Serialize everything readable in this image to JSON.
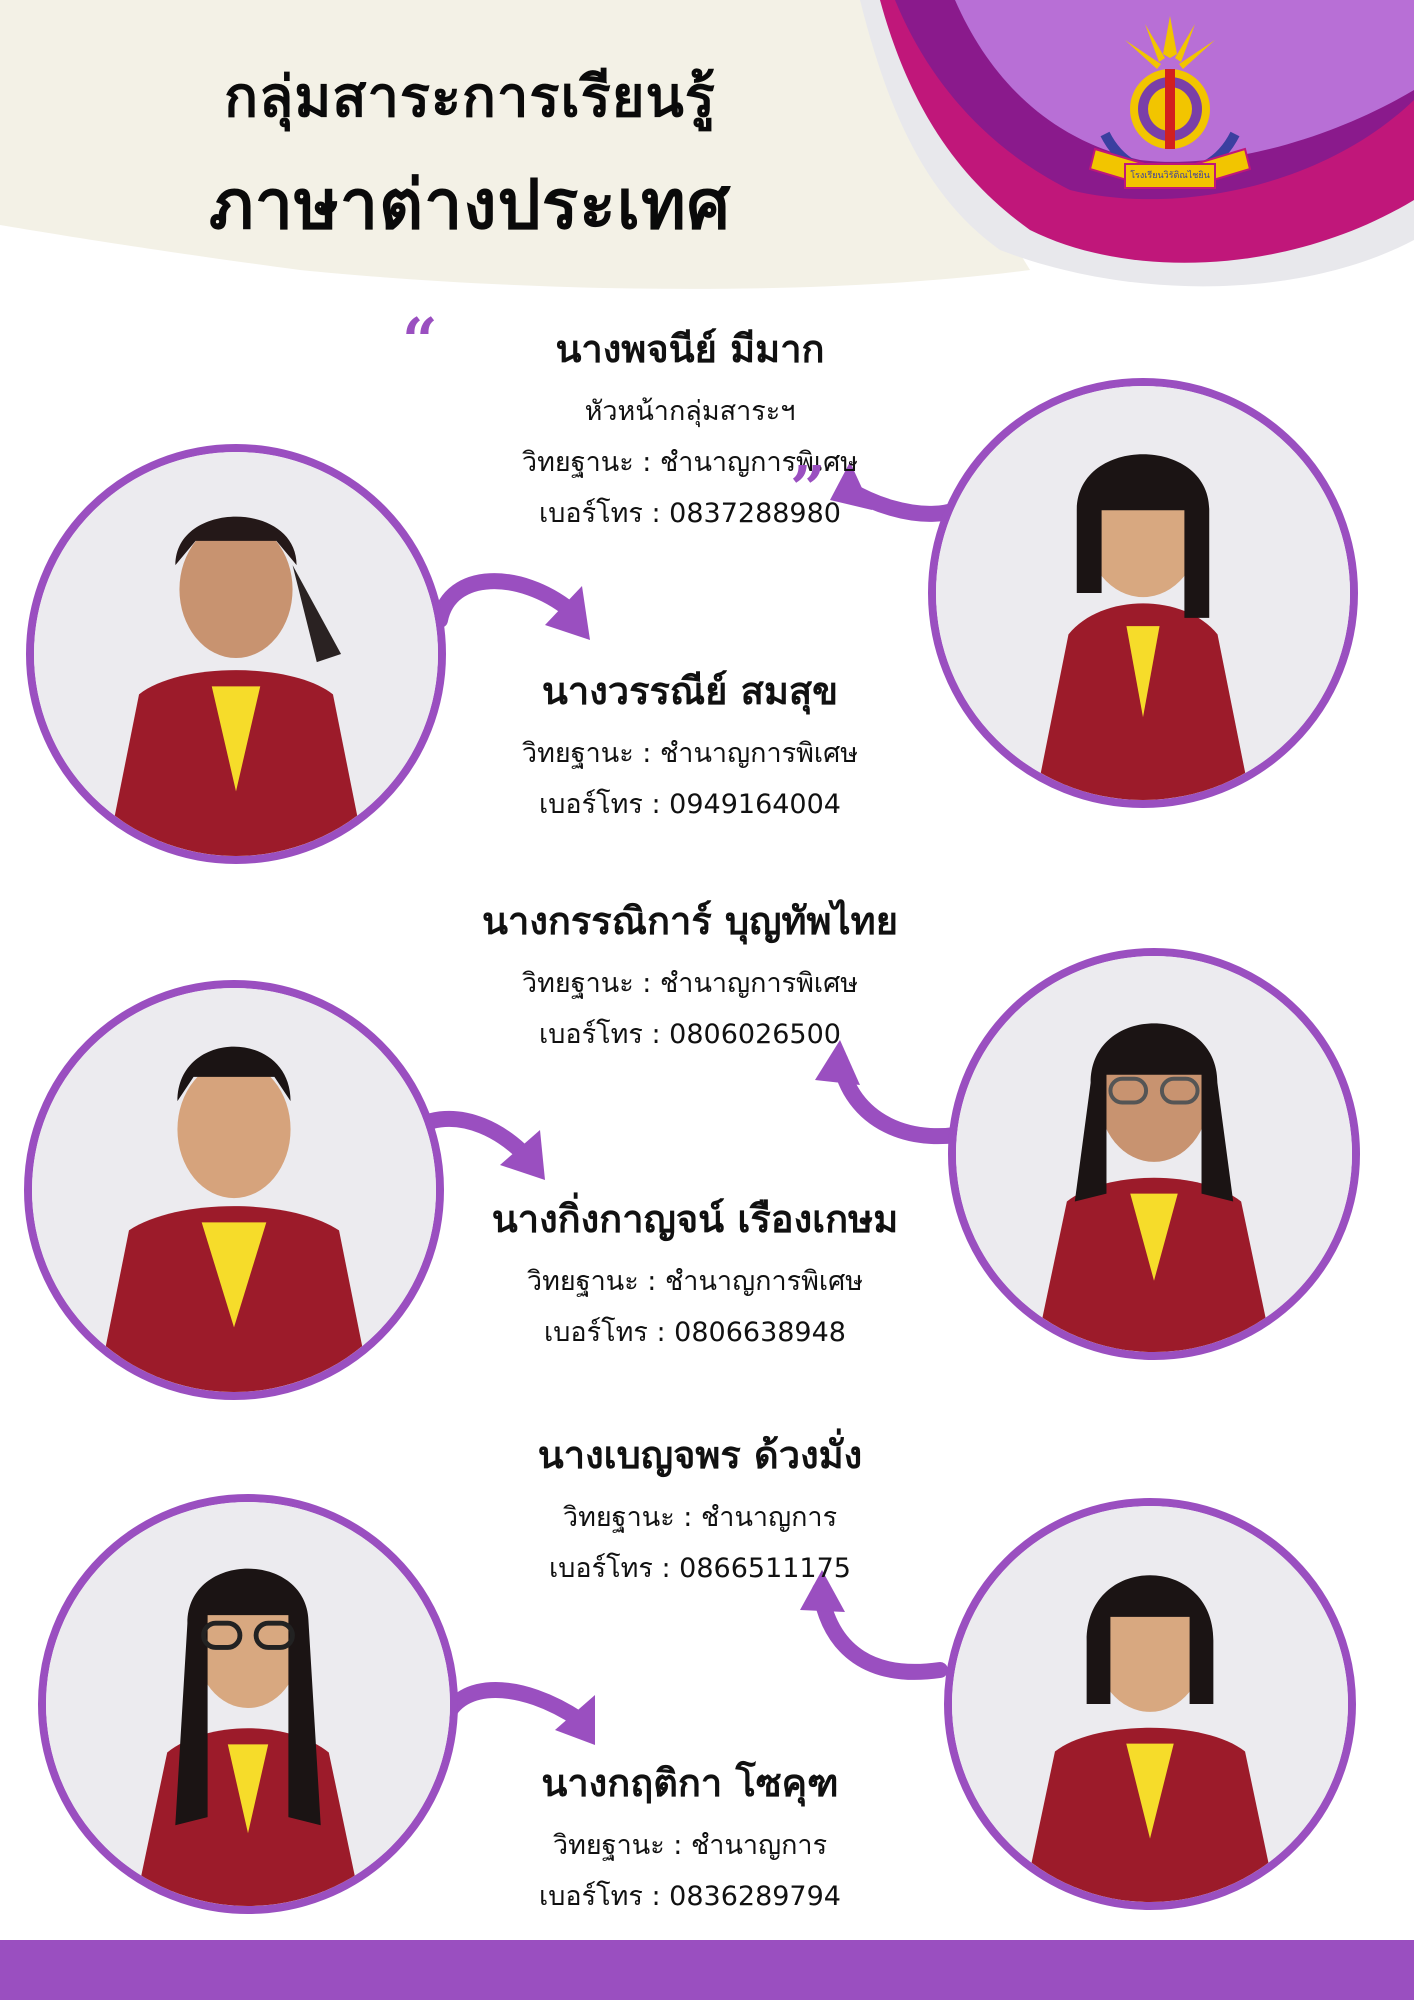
{
  "header": {
    "title_line1": "กลุ่มสาระการเรียนรู้",
    "title_line2": "ภาษาต่างประเทศ"
  },
  "logo": {
    "icon": "school-torch-emblem-icon",
    "ribbon_text": "โรงเรียนวิรัติณไชยิน"
  },
  "colors": {
    "accent_purple": "#9a4fc0",
    "magenta": "#c0177a",
    "cream": "#f3f1e6",
    "jacket_red": "#9c1b2a",
    "shirt_yellow": "#f6dc2a"
  },
  "staff": [
    {
      "name": "นางพจนีย์ มีมาก",
      "position": "หัวหน้ากลุ่มสาระฯ",
      "academic_rank": "วิทยฐานะ : ชำนาญการพิเศษ",
      "phone": "เบอร์โทร :  0837288980"
    },
    {
      "name": "นางวรรณีย์ สมสุข",
      "academic_rank": "วิทยฐานะ : ชำนาญการพิเศษ",
      "phone": "เบอร์โทร : 0949164004"
    },
    {
      "name": "นางกรรณิการ์ บุญทัพไทย",
      "academic_rank": "วิทยฐานะ : ชำนาญการพิเศษ",
      "phone": "เบอร์โทร : 0806026500"
    },
    {
      "name": "นางกิ่งกาญจน์ เรืองเกษม",
      "academic_rank": "วิทยฐานะ : ชำนาญการพิเศษ",
      "phone": "เบอร์โทร : 0806638948"
    },
    {
      "name": "นางเบญจพร ด้วงมั่ง",
      "academic_rank": "วิทยฐานะ : ชำนาญการ",
      "phone": "เบอร์โทร : 0866511175"
    },
    {
      "name": "นางกฤติกา โซคุฑ",
      "academic_rank": "วิทยฐานะ : ชำนาญการ",
      "phone": "เบอร์โทร : 0836289794"
    }
  ],
  "quote_open": "“",
  "quote_close": "”"
}
